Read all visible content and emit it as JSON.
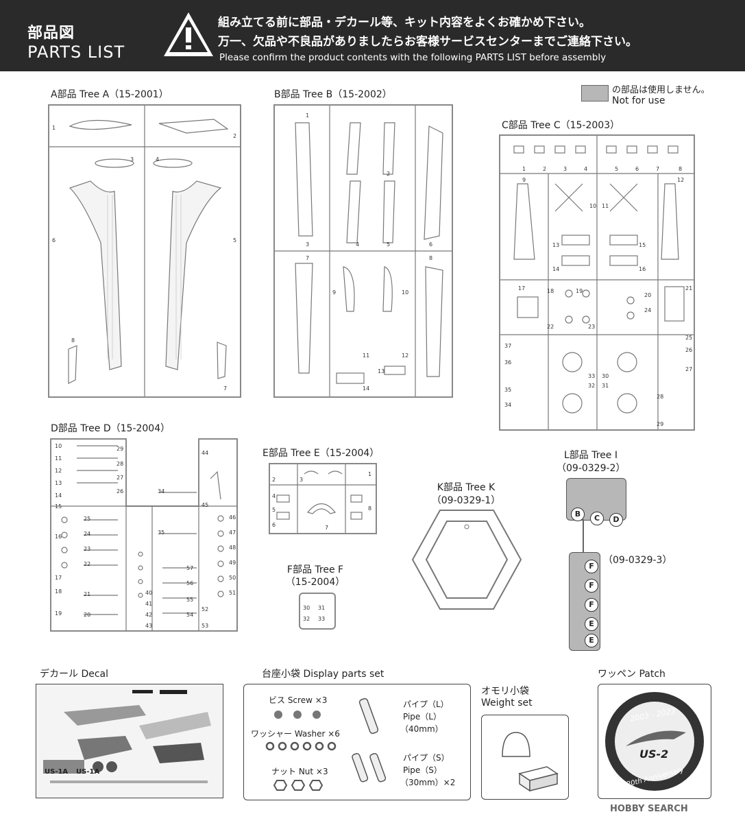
{
  "header": {
    "title_jp": "部品図",
    "title_en": "PARTS LIST",
    "warning_line1": "組み立てる前に部品・デカール等、キット内容をよくお確かめ下さい。",
    "warning_line2": "万一、欠品や不良品がありましたらお客様サービスセンターまでご連絡下さい。",
    "warning_line3": "Please confirm the product contents with the following PARTS LIST before assembly"
  },
  "legend": {
    "jp": "の部品は使用しません。",
    "en": "Not for use"
  },
  "trees": {
    "a": "A部品  Tree A（15-2001）",
    "b": "B部品  Tree B（15-2002）",
    "c": "C部品  Tree C（15-2003）",
    "d": "D部品  Tree D（15-2004）",
    "e": "E部品  Tree E（15-2004）",
    "f_title": "F部品  Tree F",
    "f_code": "（15-2004）",
    "k_title": "K部品  Tree K",
    "k_code": "（09-0329-1）",
    "l_title": "L部品  Tree I",
    "l_code": "（09-0329-2）",
    "l3_code": "（09-0329-3）"
  },
  "l_letters": [
    "B",
    "C",
    "D"
  ],
  "l3_letters": [
    "F",
    "F",
    "F",
    "E",
    "E"
  ],
  "decal": {
    "title": "デカール  Decal",
    "marking1": "US-1A",
    "marking2": "US-1A"
  },
  "display_set": {
    "title": "台座小袋  Display parts set",
    "screw": "ビス  Screw  ×3",
    "washer": "ワッシャー  Washer  ×6",
    "nut": "ナット  Nut  ×3",
    "pipe_l_jp": "パイプ（L）",
    "pipe_l_en": "Pipe（L）",
    "pipe_l_size": "（40mm）",
    "pipe_s_jp": "パイプ（S）",
    "pipe_s_en": "Pipe（S）",
    "pipe_s_size": "（30mm）×2"
  },
  "weight_set": {
    "title_jp": "オモリ小袋",
    "title_en": "Weight set"
  },
  "patch": {
    "title": "ワッペン  Patch",
    "years": "2003 - 2023",
    "logo": "US-2",
    "anniv": "20th Anniversary"
  },
  "watermark": "HOBBY SEARCH",
  "numbers": {
    "a": [
      "1",
      "2",
      "3",
      "4",
      "5",
      "6",
      "7",
      "8"
    ],
    "b": [
      "1",
      "2",
      "3",
      "4",
      "5",
      "6",
      "7",
      "8",
      "9",
      "10",
      "11",
      "12",
      "13",
      "14"
    ],
    "c": [
      "1",
      "2",
      "3",
      "4",
      "5",
      "6",
      "7",
      "8",
      "9",
      "10",
      "11",
      "12",
      "13",
      "14",
      "15",
      "16",
      "17",
      "18",
      "19",
      "20",
      "21",
      "22",
      "23",
      "24",
      "25",
      "26",
      "27",
      "28",
      "29",
      "30",
      "31",
      "32",
      "33",
      "34",
      "35",
      "36",
      "37"
    ],
    "d": [
      "10",
      "11",
      "12",
      "13",
      "14",
      "15",
      "16",
      "17",
      "18",
      "19",
      "20",
      "21",
      "22",
      "23",
      "24",
      "25",
      "26",
      "27",
      "28",
      "29",
      "34",
      "35",
      "40",
      "41",
      "42",
      "43",
      "44",
      "45",
      "46",
      "47",
      "48",
      "49",
      "50",
      "51",
      "52",
      "53",
      "54",
      "55",
      "56",
      "57"
    ],
    "e": [
      "1",
      "2",
      "3",
      "4",
      "5",
      "6",
      "7",
      "8"
    ],
    "f": [
      "30",
      "31",
      "32",
      "33"
    ]
  }
}
